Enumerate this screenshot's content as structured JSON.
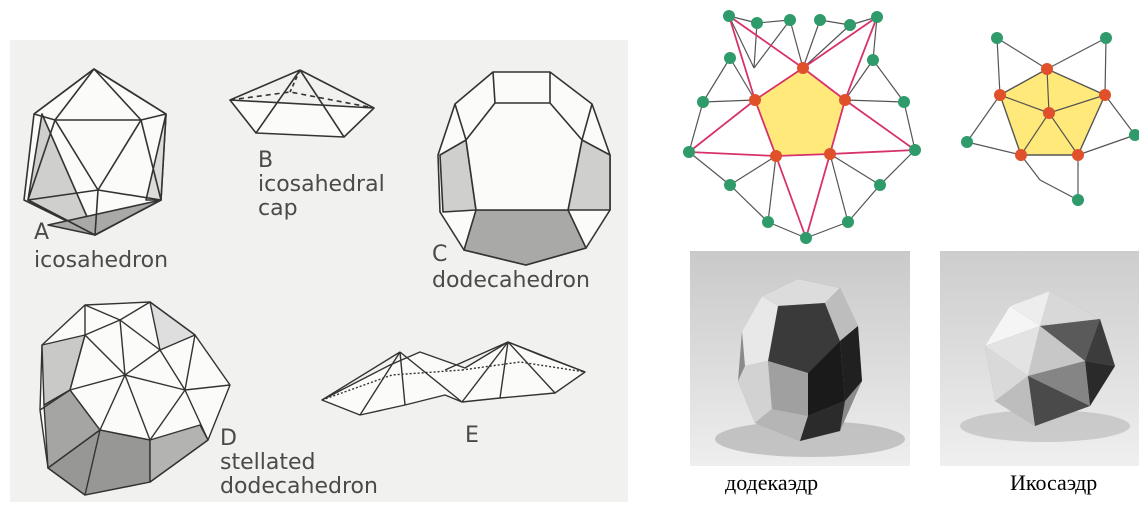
{
  "left_figure": {
    "A": {
      "letter": "A",
      "name": "icosahedron"
    },
    "B": {
      "letter": "B",
      "name_line1": "icosahedral",
      "name_line2": "cap"
    },
    "C": {
      "letter": "C",
      "name": "dodecahedron"
    },
    "D": {
      "letter": "D",
      "name_line1": "stellated",
      "name_line2": "dodecahedron"
    },
    "E": {
      "letter": "E"
    }
  },
  "right_figure": {
    "caption_dodecahedron": "додекаэдр",
    "caption_icosahedron": "Икосаэдр"
  },
  "colors": {
    "panel_bg": "#f1f1ef",
    "line": "#333333",
    "shade_light": "#cfcfcd",
    "shade_dark": "#9c9c9a",
    "pentagon_fill": "#ffe97a",
    "red_edges": "#d8326a",
    "node_red": "#e0502a",
    "node_green": "#2f9b6a"
  }
}
